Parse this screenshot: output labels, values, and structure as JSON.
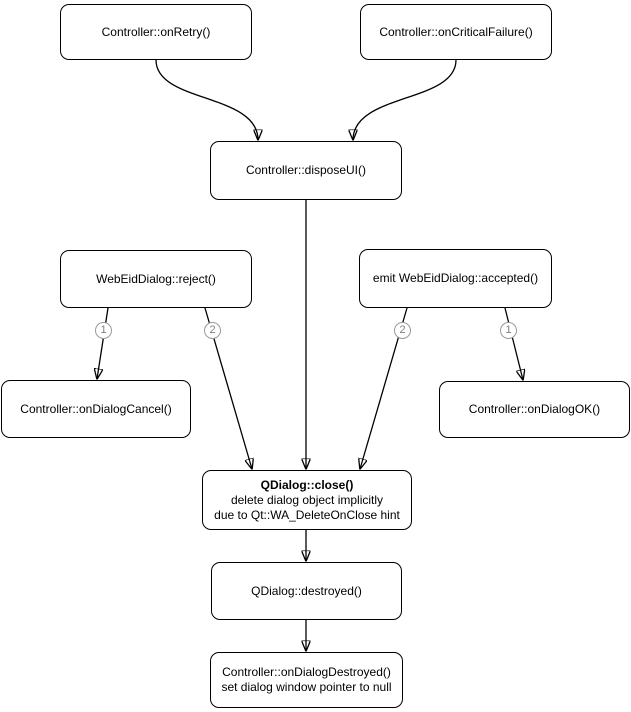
{
  "nodes": {
    "on_retry": {
      "label": "Controller::onRetry()"
    },
    "on_critical_failure": {
      "label": "Controller::onCriticalFailure()"
    },
    "dispose_ui": {
      "label": "Controller::disposeUI()"
    },
    "reject": {
      "label": "WebEidDialog::reject()"
    },
    "accepted": {
      "label": "emit WebEidDialog::accepted()"
    },
    "on_dialog_cancel": {
      "label": "Controller::onDialogCancel()"
    },
    "on_dialog_ok": {
      "label": "Controller::onDialogOK()"
    },
    "close": {
      "title": "QDialog::close()",
      "desc_line1": "delete dialog object implicitly",
      "desc_line2": "due to Qt::WA_DeleteOnClose hint"
    },
    "destroyed": {
      "label": "QDialog::destroyed()"
    },
    "on_dialog_destroyed": {
      "line1": "Controller::onDialogDestroyed()",
      "line2": "set dialog window pointer to null"
    }
  },
  "edge_labels": {
    "reject_to_cancel_order": "1",
    "reject_to_close_order": "2",
    "accepted_to_close_order": "2",
    "accepted_to_ok_order": "1"
  },
  "colors": {
    "background": "#ffffff",
    "node_fill": "#ffffff",
    "node_border": "#000000",
    "edge_stroke": "#000000",
    "edge_label_gray": "#999999"
  }
}
